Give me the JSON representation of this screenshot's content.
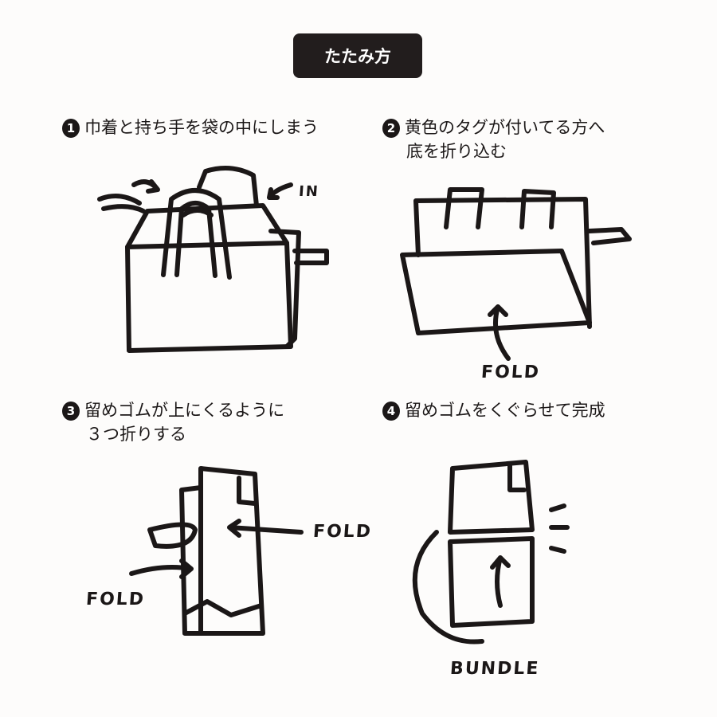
{
  "title": "たたみ方",
  "steps": [
    {
      "number": "1",
      "lines": [
        "巾着と持ち手を袋の中にしまう"
      ],
      "labels": [
        "IN"
      ]
    },
    {
      "number": "2",
      "lines": [
        "黄色のタグが付いてる方へ",
        "底を折り込む"
      ],
      "labels": [
        "FOLD"
      ]
    },
    {
      "number": "3",
      "lines": [
        "留めゴムが上にくるように",
        "３つ折りする"
      ],
      "labels": [
        "FOLD",
        "FOLD"
      ]
    },
    {
      "number": "4",
      "lines": [
        "留めゴムをくぐらせて完成"
      ],
      "labels": [
        "BUNDLE"
      ]
    }
  ]
}
